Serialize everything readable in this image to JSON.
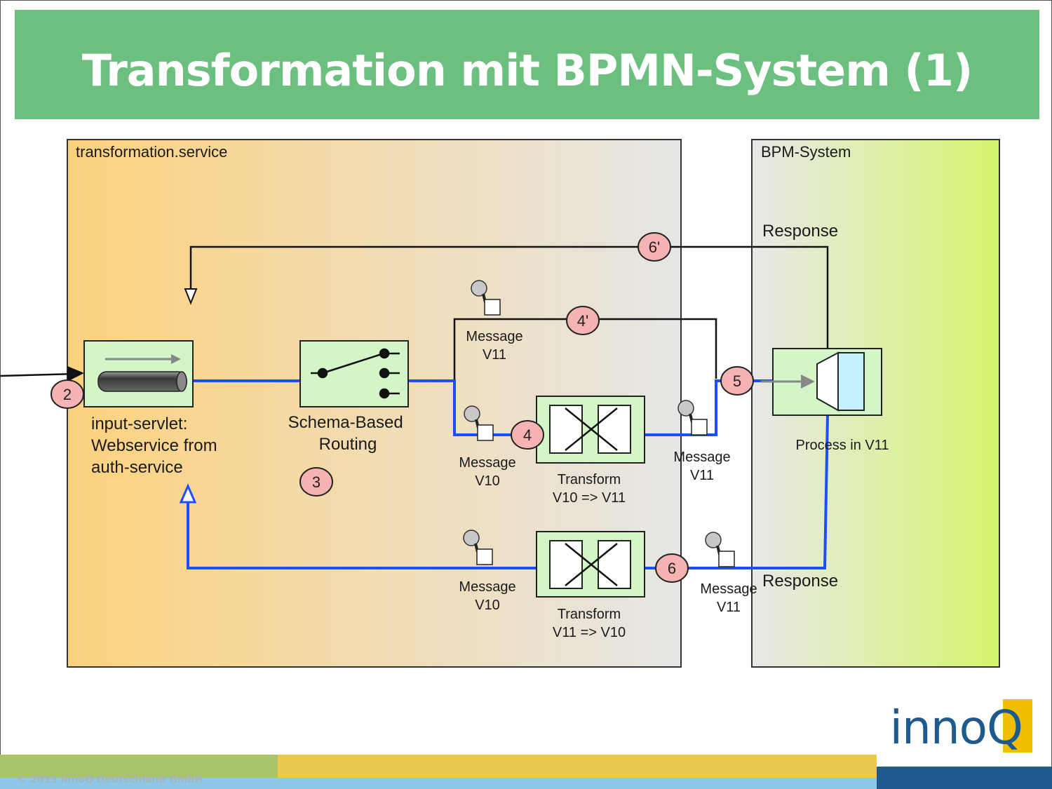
{
  "slide": {
    "title": "Transformation mit BPMN-System (1)",
    "copyright": "© 2013 innoQ Deutschland GmbH",
    "logo_text": "innoQ"
  },
  "diagram": {
    "containers": [
      {
        "label": "transformation.service"
      },
      {
        "label": "BPM-System"
      }
    ],
    "nodes": {
      "input_servlet": "input-servlet:\nWebservice from\nauth-service",
      "router": "Schema-Based\nRouting",
      "msg_v11_top": "Message\nV11",
      "msg_v10_mid": "Message\nV10",
      "transform_mid": "Transform\nV10 => V11",
      "msg_v11_mid": "Message\nV11",
      "process": "Process in V11",
      "msg_v10_bottom": "Message\nV10",
      "transform_bottom": "Transform\nV11 => V10",
      "msg_v11_bottom": "Message\nV11",
      "response_top": "Response",
      "response_bottom": "Response"
    },
    "steps": [
      "2",
      "3",
      "4",
      "4'",
      "5",
      "6",
      "6'"
    ]
  },
  "colors": {
    "title_bg": "#6bbf7f",
    "flow_blue": "#1e4dff",
    "step_fill": "#f6b3b3",
    "node_fill": "#d4f5c8",
    "logo_blue": "#1e5a8c",
    "logo_yellow": "#f0c000"
  }
}
